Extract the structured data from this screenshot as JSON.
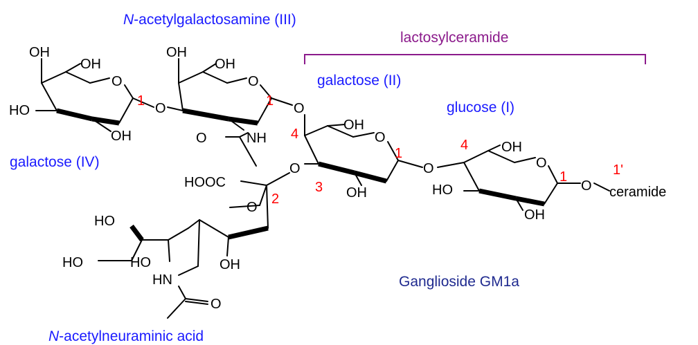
{
  "labels": {
    "galnac_prefix": "N",
    "galnac_rest": "-acetylgalactosamine (III)",
    "lactosylceramide": "lactosylceramide",
    "galactose_ii": "galactose (II)",
    "glucose_i": "glucose (I)",
    "galactose_iv": "galactose (IV)",
    "neu_prefix": "N",
    "neu_rest": "-acetylneuraminic acid",
    "compound": "Ganglioside  GM1a"
  },
  "atoms": {
    "oh": "OH",
    "ho": "HO",
    "o": "O",
    "nh": "NH",
    "hn": "HN",
    "hooc": "HOOC",
    "ceramide": "ceramide"
  },
  "numbers": {
    "n1": "1",
    "n2": "2",
    "n3": "3",
    "n4": "4",
    "n1p": "1'"
  },
  "colors": {
    "sugar_label": "#1a1aff",
    "compound_label": "#1f2a8f",
    "lactosylceramide": "#8b1a8b",
    "position_number": "#ff0000",
    "structure": "#000000"
  }
}
